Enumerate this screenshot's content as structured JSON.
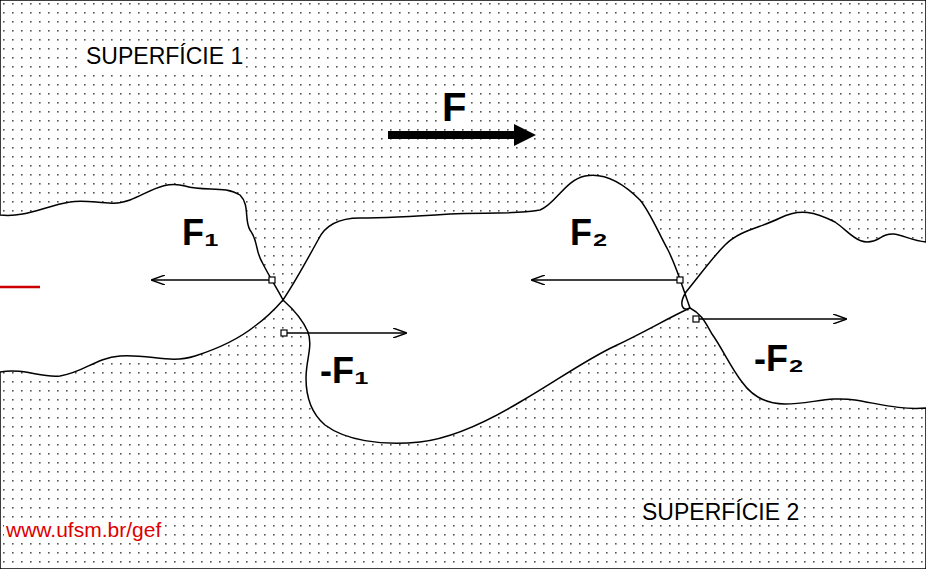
{
  "diagram": {
    "labels": [
      "SUPERFÍCIE 1",
      "F",
      "F₁",
      "F₂",
      "-F₁",
      "-F₂",
      "SUPERFÍCIE 2",
      "www.ufsm.br/gef"
    ]
  }
}
